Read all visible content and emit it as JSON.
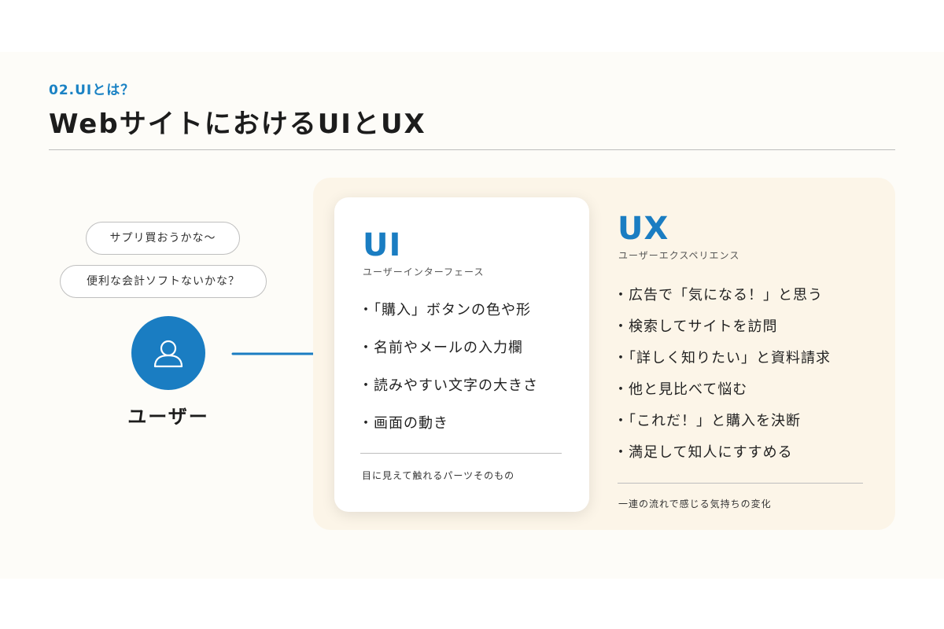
{
  "header": {
    "section_label": "02.UIとは？",
    "title": "WebサイトにおけるUIとUX"
  },
  "user": {
    "thoughts": [
      "サプリ買おうかな〜",
      "便利な会計ソフトないかな？"
    ],
    "label": "ユーザー",
    "avatar_icon": "person-icon",
    "accent_color": "#1a7dc2"
  },
  "ui_card": {
    "heading": "UI",
    "subheading": "ユーザーインターフェース",
    "items": [
      "・「購入」ボタンの色や形",
      "・名前やメールの入力欄",
      "・読みやすい文字の大きさ",
      "・画面の動き"
    ],
    "caption": "目に見えて触れるパーツそのもの"
  },
  "ux_panel": {
    "heading": "UX",
    "subheading": "ユーザーエクスペリエンス",
    "items": [
      "・広告で「気になる！」と思う",
      "・検索してサイトを訪問",
      "・「詳しく知りたい」と資料請求",
      "・他と見比べて悩む",
      "・「これだ！」と購入を決断",
      "・満足して知人にすすめる"
    ],
    "caption": "一連の流れで感じる気持ちの変化",
    "background_color": "#fcf5e8"
  }
}
